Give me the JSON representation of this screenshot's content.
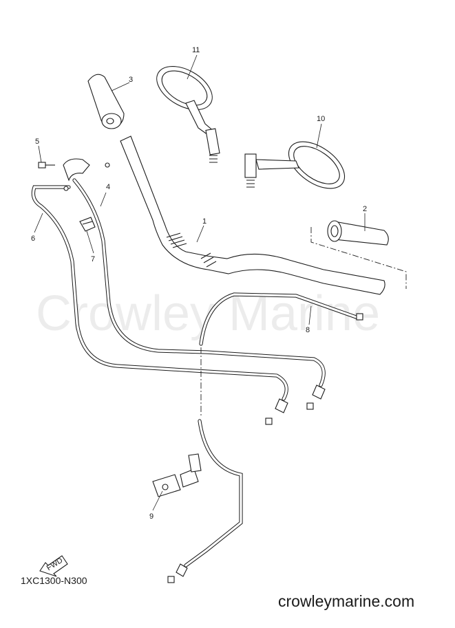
{
  "watermark": "Crowley Marine",
  "diagram_code": "1XC1300-N300",
  "website": "crowleymarine.com",
  "fwd_label": "FWD",
  "callouts": {
    "c1": "1",
    "c2": "2",
    "c3": "3",
    "c4": "4",
    "c5": "5",
    "c6": "6",
    "c7": "7",
    "c8": "8",
    "c9": "9",
    "c10": "10",
    "c11": "11"
  }
}
